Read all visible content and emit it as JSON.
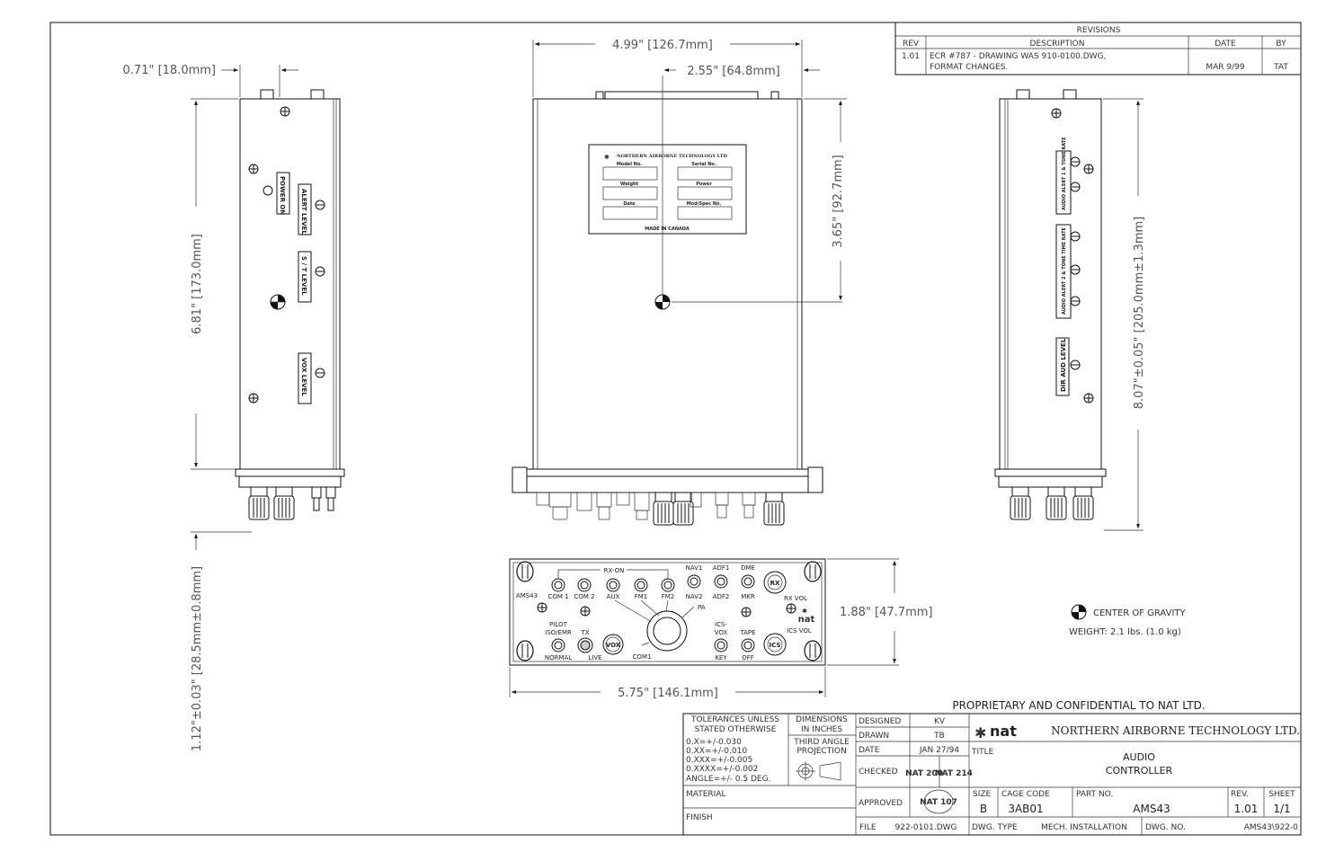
{
  "revisions": {
    "header": "REVISIONS",
    "columns": [
      "REV",
      "DESCRIPTION",
      "DATE",
      "BY"
    ],
    "rows": [
      {
        "rev": "1.01",
        "desc_line1": "ECR #787 - DRAWING WAS 910-0100.DWG,",
        "desc_line2": "FORMAT CHANGES.",
        "date": "MAR 9/99",
        "by": "TAT"
      }
    ]
  },
  "dimensions": {
    "side_left_width": "0.71\" [18.0mm]",
    "side_left_height": "6.81\" [173.0mm]",
    "side_left_knob": "1.12\"±0.03\" [28.5mm±0.8mm]",
    "top_width": "4.99\" [126.7mm]",
    "top_cg_x": "2.55\" [64.8mm]",
    "top_cg_y": "3.65\" [92.7mm]",
    "side_right_height": "8.07\"±0.05\" [205.0mm±1.3mm]",
    "front_height": "1.88\" [47.7mm]",
    "front_width": "5.75\" [146.1mm]"
  },
  "left_labels": [
    "POWER ON",
    "ALERT LEVEL",
    "S / T LEVEL",
    "VOX LEVEL"
  ],
  "right_labels": [
    "AUDIO ALERT 1 & TONE RATE",
    "AUDIO ALERT 2 & TONE TIME RATE",
    "DIR AUD LEVEL"
  ],
  "nameplate": {
    "title": "NORTHERN AIRBORNE TECHNOLOGY LTD",
    "fields": [
      "Model No.",
      "Serial No.",
      "Weight",
      "Power",
      "Date",
      "Mod/Spec No."
    ],
    "footer": "MADE IN CANADA"
  },
  "front_panel": {
    "rx_on": "RX-ON",
    "model": "AMS43",
    "com1": "COM 1",
    "com2": "COM 2",
    "aux": "AUX",
    "fm1": "FM1",
    "fm2": "FM2",
    "nav1": "NAV1",
    "adf1": "ADF1",
    "dme": "DME",
    "nav2": "NAV2",
    "adf2": "ADF2",
    "mkr": "MKR",
    "rx": "RX",
    "rx_vol": "RX VOL",
    "pa": "PA",
    "pilot": "PILOT",
    "iso_emr": "ISO/EMR",
    "normal": "NORMAL",
    "tx": "TX",
    "live": "LIVE",
    "vox": "VOX",
    "com1_sel": "COM1",
    "ics_vox": "ICS-",
    "vox2": "VOX",
    "key": "KEY",
    "tape": "TAPE",
    "off": "OFF",
    "ics": "ICS",
    "ics_vol": "ICS VOL",
    "logo": "nat"
  },
  "legend": {
    "cg": "CENTER OF GRAVITY",
    "weight": "WEIGHT: 2.1 lbs. (1.0 kg)"
  },
  "proprietary": "PROPRIETARY AND CONFIDENTIAL TO NAT LTD.",
  "title_block": {
    "tol_1": "TOLERANCES UNLESS",
    "tol_2": "STATED OTHERWISE",
    "tol_x": "0.X=+/-0.030",
    "tol_xx": "0.XX=+/-0.010",
    "tol_xxx": "0.XXX=+/-0.005",
    "tol_xxxx": "0.XXXX=+/-0.002",
    "tol_angle": "ANGLE=+/- 0.5 DEG.",
    "dims_1": "DIMENSIONS",
    "dims_2": "IN INCHES",
    "proj_1": "THIRD ANGLE",
    "proj_2": "PROJECTION",
    "material": "MATERIAL",
    "finish": "FINISH",
    "designed_label": "DESIGNED",
    "designed": "KV",
    "drawn_label": "DRAWN",
    "drawn": "TB",
    "date_label": "DATE",
    "date": "JAN 27/94",
    "checked_label": "CHECKED",
    "checked_1": "NAT 200",
    "checked_2": "NAT 214",
    "approved_label": "APPROVED",
    "approved": "NAT 107",
    "company_logo": "nat",
    "company": "NORTHERN AIRBORNE TECHNOLOGY LTD.",
    "title_label": "TITLE",
    "title_1": "AUDIO",
    "title_2": "CONTROLLER",
    "size_label": "SIZE",
    "size": "B",
    "cage_label": "CAGE CODE",
    "cage": "3AB01",
    "part_label": "PART NO.",
    "part": "AMS43",
    "rev_label": "REV.",
    "rev": "1.01",
    "sheet_label": "SHEET",
    "sheet": "1/1",
    "file_label": "FILE",
    "file": "922-0101.DWG",
    "dwg_type_label": "DWG. TYPE",
    "dwg_type": "MECH. INSTALLATION",
    "dwg_no_label": "DWG. NO.",
    "dwg_no": "AMS43\\922-0"
  }
}
